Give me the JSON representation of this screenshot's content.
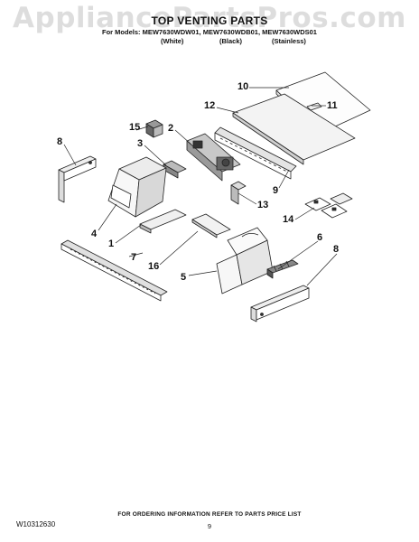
{
  "watermark": "AppliancePartsPros.com",
  "title": "TOP VENTING PARTS",
  "models_line": "For Models: MEW7630WDW01, MEW7630WDB01, MEW7630WDS01",
  "variants": [
    "(White)",
    "(Black)",
    "(Stainless)"
  ],
  "callouts": [
    "1",
    "2",
    "3",
    "4",
    "5",
    "6",
    "7",
    "8",
    "8",
    "9",
    "10",
    "11",
    "12",
    "13",
    "14",
    "15",
    "16"
  ],
  "footer_note": "FOR ORDERING INFORMATION REFER TO PARTS PRICE LIST",
  "doc_number": "W10312630",
  "page_number": "9"
}
